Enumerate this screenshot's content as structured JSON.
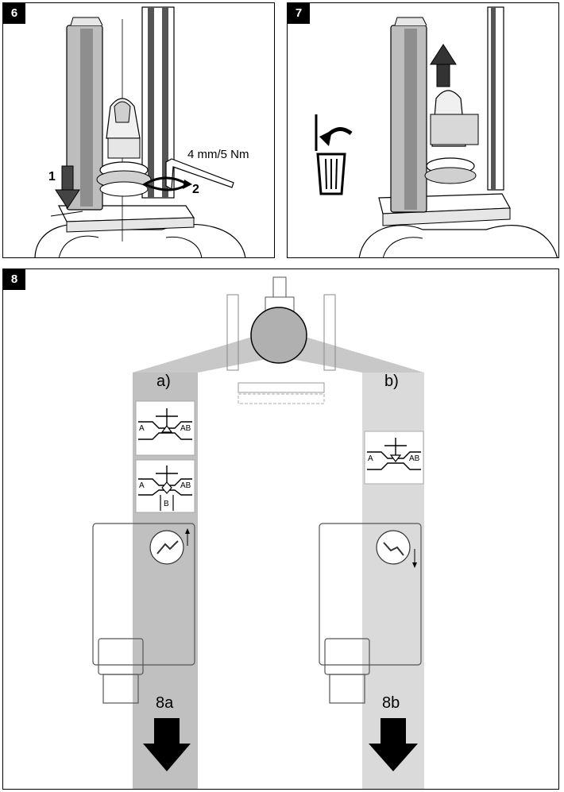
{
  "panels": {
    "p6": {
      "number": "6",
      "step1": "1",
      "step2": "2",
      "torque": "4 mm/5 Nm"
    },
    "p7": {
      "number": "7"
    },
    "p8": {
      "number": "8",
      "label_a": "a)",
      "label_b": "b)",
      "port_a": "A",
      "port_ab": "AB",
      "port_b": "B",
      "result_a": "8a",
      "result_b": "8b"
    }
  },
  "colors": {
    "line": "#000000",
    "grey_light": "#dcdcdc",
    "grey_mid": "#b9b9b9",
    "grey_dark": "#9a9a9a"
  }
}
